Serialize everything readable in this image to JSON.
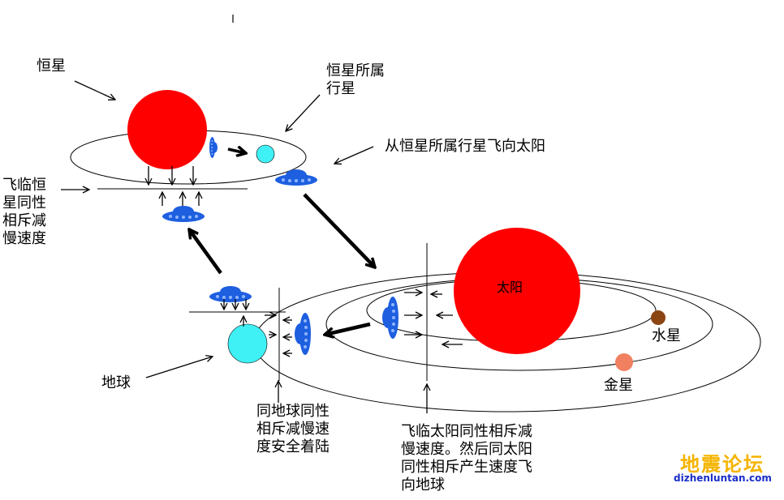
{
  "labels": {
    "star": "恒星",
    "star_planet": "恒星所属\n行星",
    "fly_to_sun": "从恒星所属行星飞向太阳",
    "approach_star": "飞临恒\n星同性\n相斥减\n慢速度",
    "earth": "地球",
    "land_earth": "同地球同性\n相斥减慢速\n度安全着陆",
    "approach_sun": "飞临太阳同性相斥减\n慢速度。然后同太阳\n同性相斥产生速度飞\n向地球",
    "sun": "太阳",
    "mercury": "水星",
    "venus": "金星"
  },
  "watermark": {
    "site_cn": "地震论坛",
    "site_url": "dizhenluntan.com"
  },
  "colors": {
    "star": "#ff0000",
    "ufo": "#1e5fe0",
    "earth": "#3ff0f5",
    "mercury": "#8b4513",
    "venus": "#f08060"
  }
}
